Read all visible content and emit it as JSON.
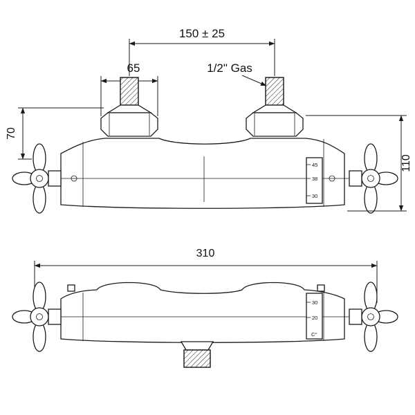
{
  "colors": {
    "background": "#ffffff",
    "line": "#1a1a1a"
  },
  "front_view": {
    "dim_center_distance": "150 ± 25",
    "dim_escutcheon": "65",
    "thread_size_label": "1/2\" Gas",
    "dim_depth": "70",
    "dim_height": "110",
    "temperature_scale": [
      "45",
      "38",
      "30"
    ]
  },
  "plan_view": {
    "dim_overall_width": "310",
    "temperature_scale": [
      "30",
      "20",
      "C°"
    ]
  }
}
